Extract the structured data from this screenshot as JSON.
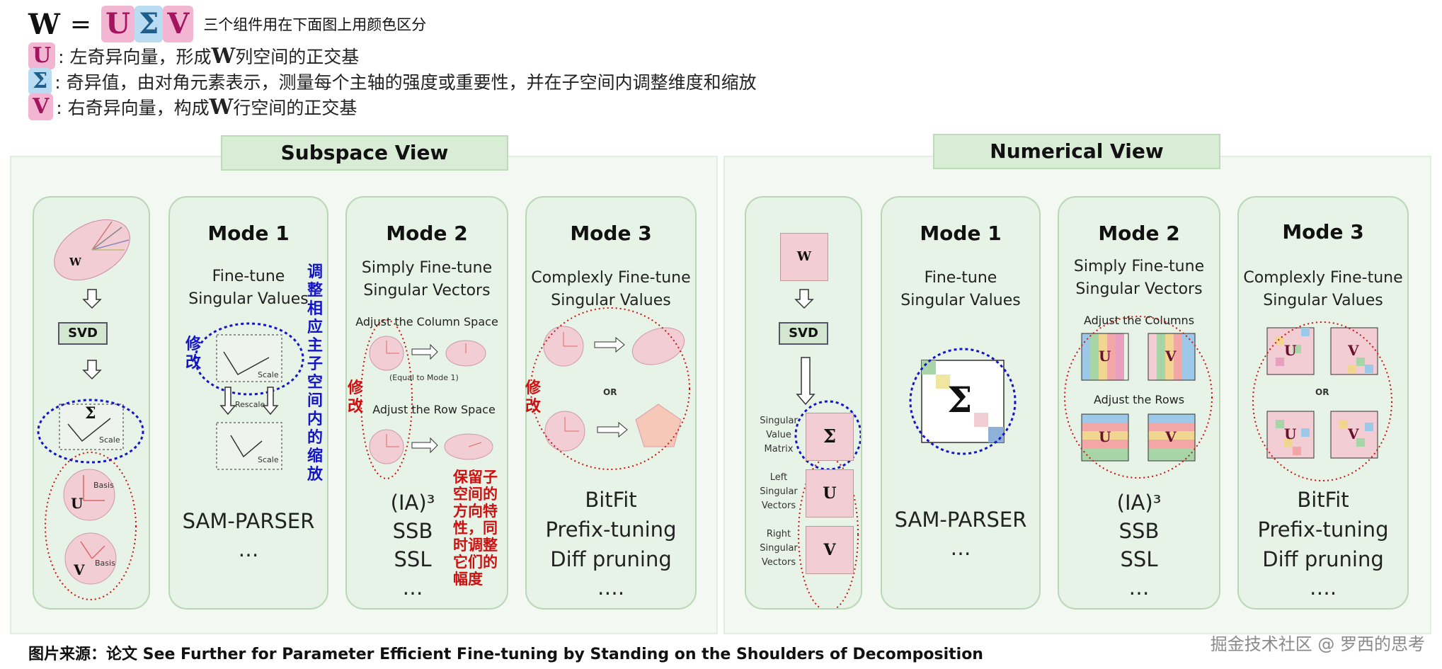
{
  "header": {
    "formula": {
      "w": "W",
      "eq": "=",
      "u": "U",
      "sigma": "Σ",
      "v": "V"
    },
    "note": "三个组件用在下面图上用颜色区分",
    "u_symbol": "U",
    "u_desc_a": ": 左奇异向量，形成",
    "u_desc_w": "W",
    "u_desc_b": "列空间的正交基",
    "sigma_symbol": "Σ",
    "sigma_desc": ": 奇异值，由对角元素表示，测量每个主轴的强度或重要性，并在子空间内调整维度和缩放",
    "v_symbol": "V",
    "v_desc_a": ": 右奇异向量，构成",
    "v_desc_w": "W",
    "v_desc_b": "行空间的正交基"
  },
  "subspace": {
    "title": "Subspace View",
    "left": {
      "w": "W",
      "svd": "SVD",
      "sigma": "Σ",
      "scale": "Scale",
      "u": "U",
      "v": "V",
      "basis": "Basis"
    },
    "mode1": {
      "title": "Mode 1",
      "subtitle": [
        "Fine-tune",
        "Singular Values"
      ],
      "scale": "Scale",
      "rescale": "Rescale",
      "methods": [
        "SAM-PARSER",
        "…"
      ],
      "blue_vertical": "调整相应主子空间内的缩放",
      "blue_modify": "修改"
    },
    "mode2": {
      "title": "Mode 2",
      "subtitle": [
        "Simply Fine-tune",
        "Singular Vectors"
      ],
      "col_caption": "Adjust the Column Space",
      "equal": "(Equal to Mode 1)",
      "row_caption": "Adjust the Row Space",
      "red_modify": "修改",
      "methods": [
        "(IA)³",
        "SSB",
        "SSL",
        "…"
      ],
      "red_note": [
        "保留子",
        "空间的",
        "方向特",
        "性，同",
        "时调整",
        "它们的",
        "幅度"
      ]
    },
    "mode3": {
      "title": "Mode 3",
      "subtitle": [
        "Complexly Fine-tune",
        "Singular Values"
      ],
      "or": "OR",
      "red_modify": "修改",
      "methods": [
        "BitFit",
        "Prefix-tuning",
        "Diff pruning",
        "…."
      ]
    }
  },
  "numerical": {
    "title": "Numerical View",
    "left": {
      "w": "W",
      "svd": "SVD",
      "sigma": "Σ",
      "u": "U",
      "v": "V",
      "sv_matrix": [
        "Singular",
        "Value",
        "Matrix"
      ],
      "left_vec": [
        "Left",
        "Singular",
        "Vectors"
      ],
      "right_vec": [
        "Right",
        "Singular",
        "Vectors"
      ]
    },
    "mode1": {
      "title": "Mode 1",
      "subtitle": [
        "Fine-tune",
        "Singular Values"
      ],
      "sigma": "Σ",
      "methods": [
        "SAM-PARSER",
        "…"
      ]
    },
    "mode2": {
      "title": "Mode 2",
      "subtitle": [
        "Simply Fine-tune",
        "Singular Vectors"
      ],
      "cols": "Adjust the Columns",
      "rows": "Adjust the Rows",
      "u": "U",
      "v": "V",
      "methods": [
        "(IA)³",
        "SSB",
        "SSL",
        "…"
      ]
    },
    "mode3": {
      "title": "Mode 3",
      "subtitle": [
        "Complexly Fine-tune",
        "Singular Values"
      ],
      "or": "OR",
      "u": "U",
      "v": "V",
      "methods": [
        "BitFit",
        "Prefix-tuning",
        "Diff pruning",
        "…."
      ]
    }
  },
  "footer": {
    "label": "图片来源：论文 ",
    "paper": "See Further for Parameter Efficient Fine-tuning by Standing on the Shoulders of Decomposition"
  },
  "watermark": "掘金技术社区 @ 罗西的思考",
  "colors": {
    "green_panel": "#e6f3e6",
    "pink_chip": "#f2b6d3",
    "blue_chip": "#b9dcf2",
    "red_dot": "#d01010",
    "blue_dot": "#1515c8"
  }
}
